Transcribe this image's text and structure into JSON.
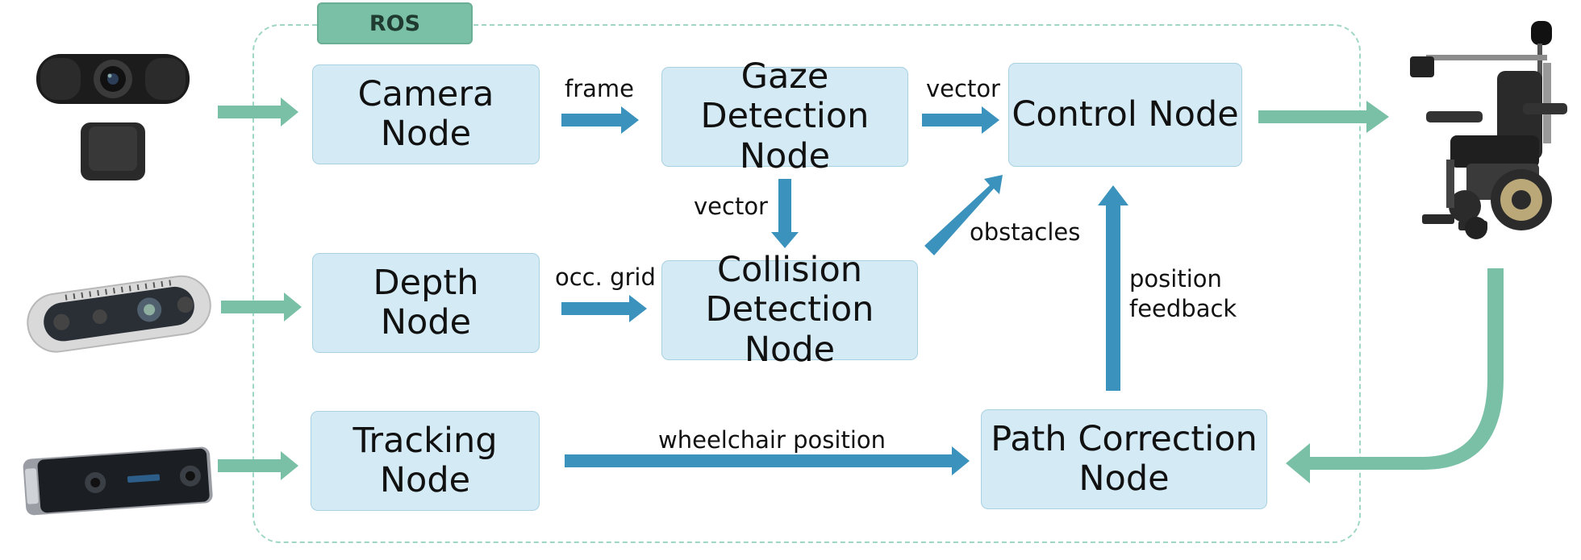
{
  "ros_label": "ROS",
  "nodes": {
    "camera": "Camera\nNode",
    "gaze": "Gaze Detection\nNode",
    "control": "Control Node",
    "depth": "Depth\nNode",
    "collision": "Collision\nDetection Node",
    "tracking": "Tracking\nNode",
    "path": "Path Correction\nNode"
  },
  "edges": {
    "frame": "frame",
    "vector_to_control": "vector",
    "vector_down": "vector",
    "occ_grid": "occ. grid",
    "obstacles": "obstacles",
    "position_feedback": "position\nfeedback",
    "wheelchair_position": "wheelchair position"
  },
  "colors": {
    "node_fill": "#d4ebf5",
    "blue_arrow": "#3b93bd",
    "green_arrow": "#79c0a6"
  }
}
